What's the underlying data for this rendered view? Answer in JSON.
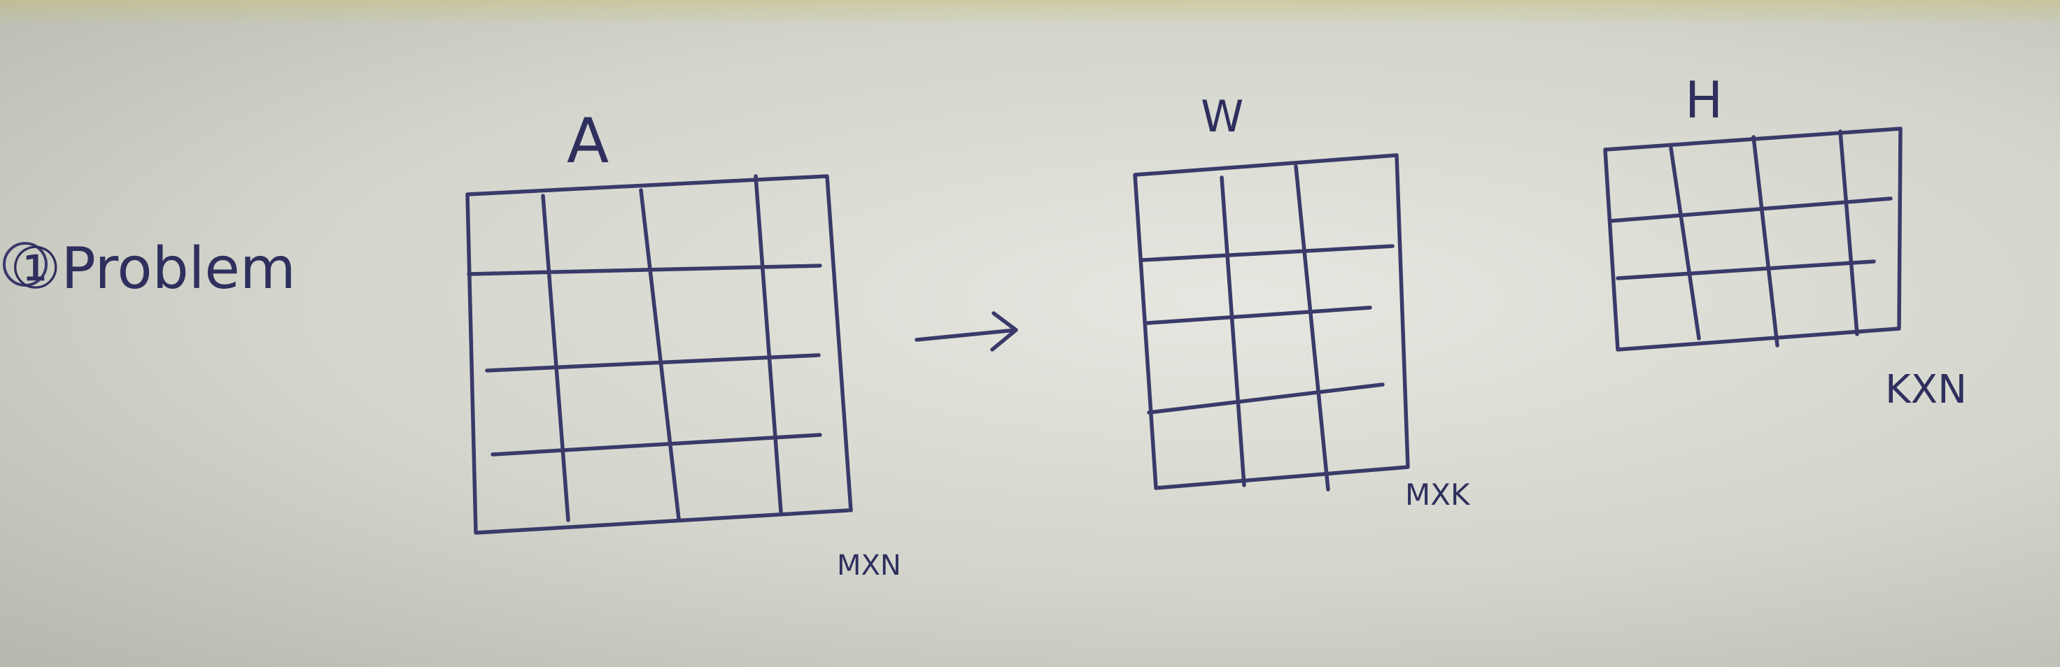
{
  "problem_label": "①Problem",
  "matrices": [
    {
      "name": "A",
      "dims": "MXN"
    },
    {
      "name": "W",
      "dims": "MXK"
    },
    {
      "name": "H",
      "dims": "KXN"
    }
  ],
  "arrow": "→"
}
